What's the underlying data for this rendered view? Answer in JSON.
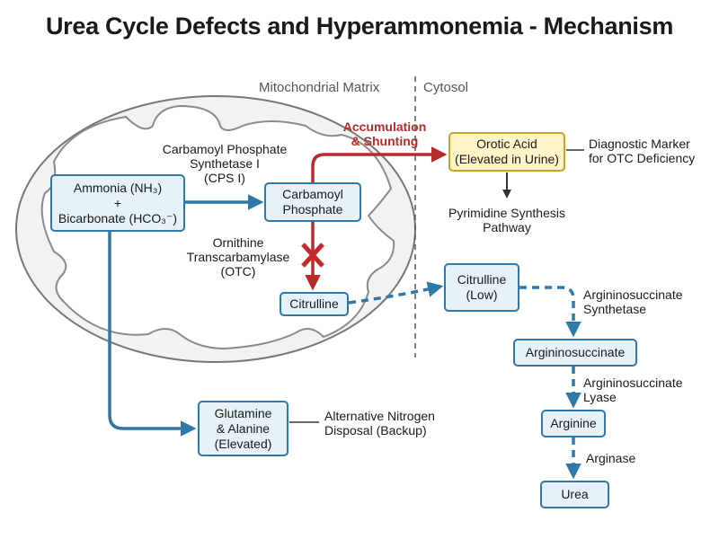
{
  "title": "Urea Cycle Defects and Hyperammonemia - Mechanism",
  "regions": {
    "mitochondria": "Mitochondrial Matrix",
    "cytosol": "Cytosol"
  },
  "nodes": {
    "ammonia": {
      "line1": "Ammonia (NH₃)",
      "line2": "+",
      "line3": "Bicarbonate (HCO₃⁻)"
    },
    "carbamoyl_phosphate": {
      "line1": "Carbamoyl",
      "line2": "Phosphate"
    },
    "citrulline_mito": {
      "line1": "Citrulline"
    },
    "orotic_acid": {
      "line1": "Orotic Acid",
      "line2": "(Elevated in Urine)"
    },
    "citrulline_cyto": {
      "line1": "Citrulline",
      "line2": "(Low)"
    },
    "argininosuccinate": {
      "line1": "Argininosuccinate"
    },
    "arginine": {
      "line1": "Arginine"
    },
    "urea": {
      "line1": "Urea"
    },
    "glutamine": {
      "line1": "Glutamine",
      "line2": "& Alanine",
      "line3": "(Elevated)"
    }
  },
  "labels": {
    "cps1": {
      "line1": "Carbamoyl Phosphate",
      "line2": "Synthetase I",
      "line3": "(CPS I)"
    },
    "otc": {
      "line1": "Ornithine",
      "line2": "Transcarbamylase",
      "line3": "(OTC)"
    },
    "accumulation": {
      "line1": "Accumulation",
      "line2": "& Shunting"
    },
    "diagnostic": {
      "line1": "Diagnostic Marker",
      "line2": "for OTC Deficiency"
    },
    "pyrimidine": {
      "line1": "Pyrimidine Synthesis",
      "line2": "Pathway"
    },
    "ass": {
      "line1": "Argininosuccinate",
      "line2": "Synthetase"
    },
    "asl": {
      "line1": "Argininosuccinate",
      "line2": "Lyase"
    },
    "arginase": {
      "line1": "Arginase"
    },
    "alt_disposal": {
      "line1": "Alternative Nitrogen",
      "line2": "Disposal (Backup)"
    }
  },
  "colors": {
    "blue": "#2f78a8",
    "red": "#b72b2b",
    "gold": "#c9a227",
    "membrane": "#777777"
  },
  "icons": {
    "block": "red-x-block-icon"
  }
}
